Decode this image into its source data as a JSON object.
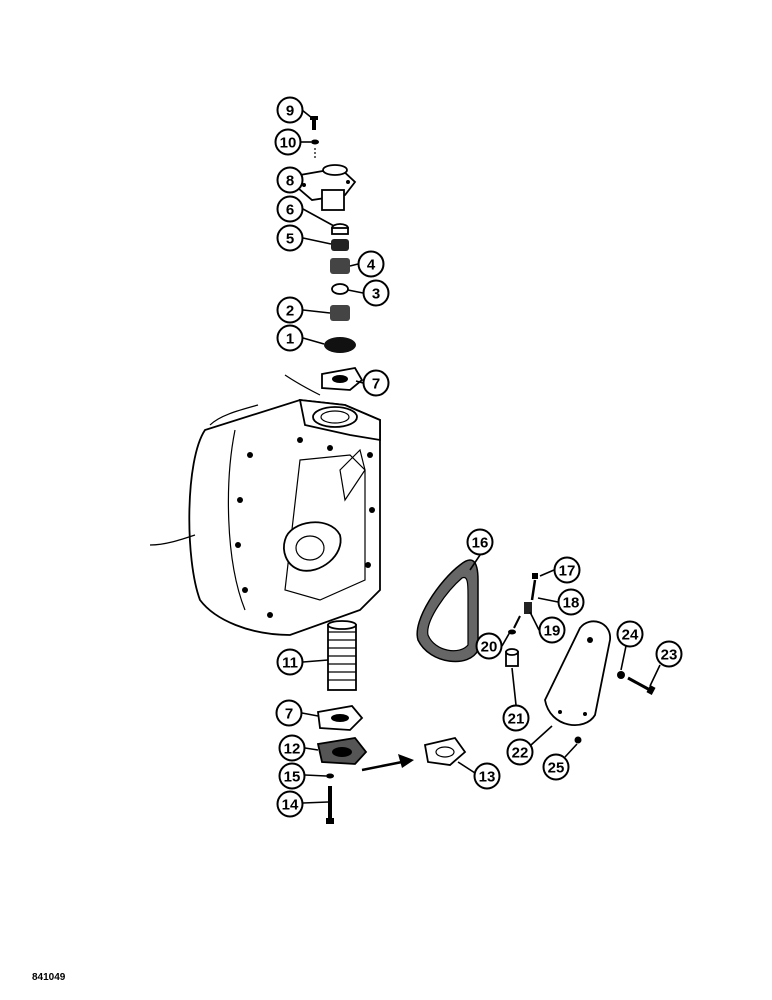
{
  "figure": {
    "id": "841049"
  },
  "callouts": {
    "c1": "1",
    "c2": "2",
    "c3": "3",
    "c4": "4",
    "c5": "5",
    "c6": "6",
    "c7a": "7",
    "c7b": "7",
    "c8": "8",
    "c9": "9",
    "c10": "10",
    "c11": "11",
    "c12": "12",
    "c13": "13",
    "c14": "14",
    "c15": "15",
    "c16": "16",
    "c17": "17",
    "c18": "18",
    "c19": "19",
    "c20": "20",
    "c21": "21",
    "c22": "22",
    "c23": "23",
    "c24": "24",
    "c25": "25"
  }
}
